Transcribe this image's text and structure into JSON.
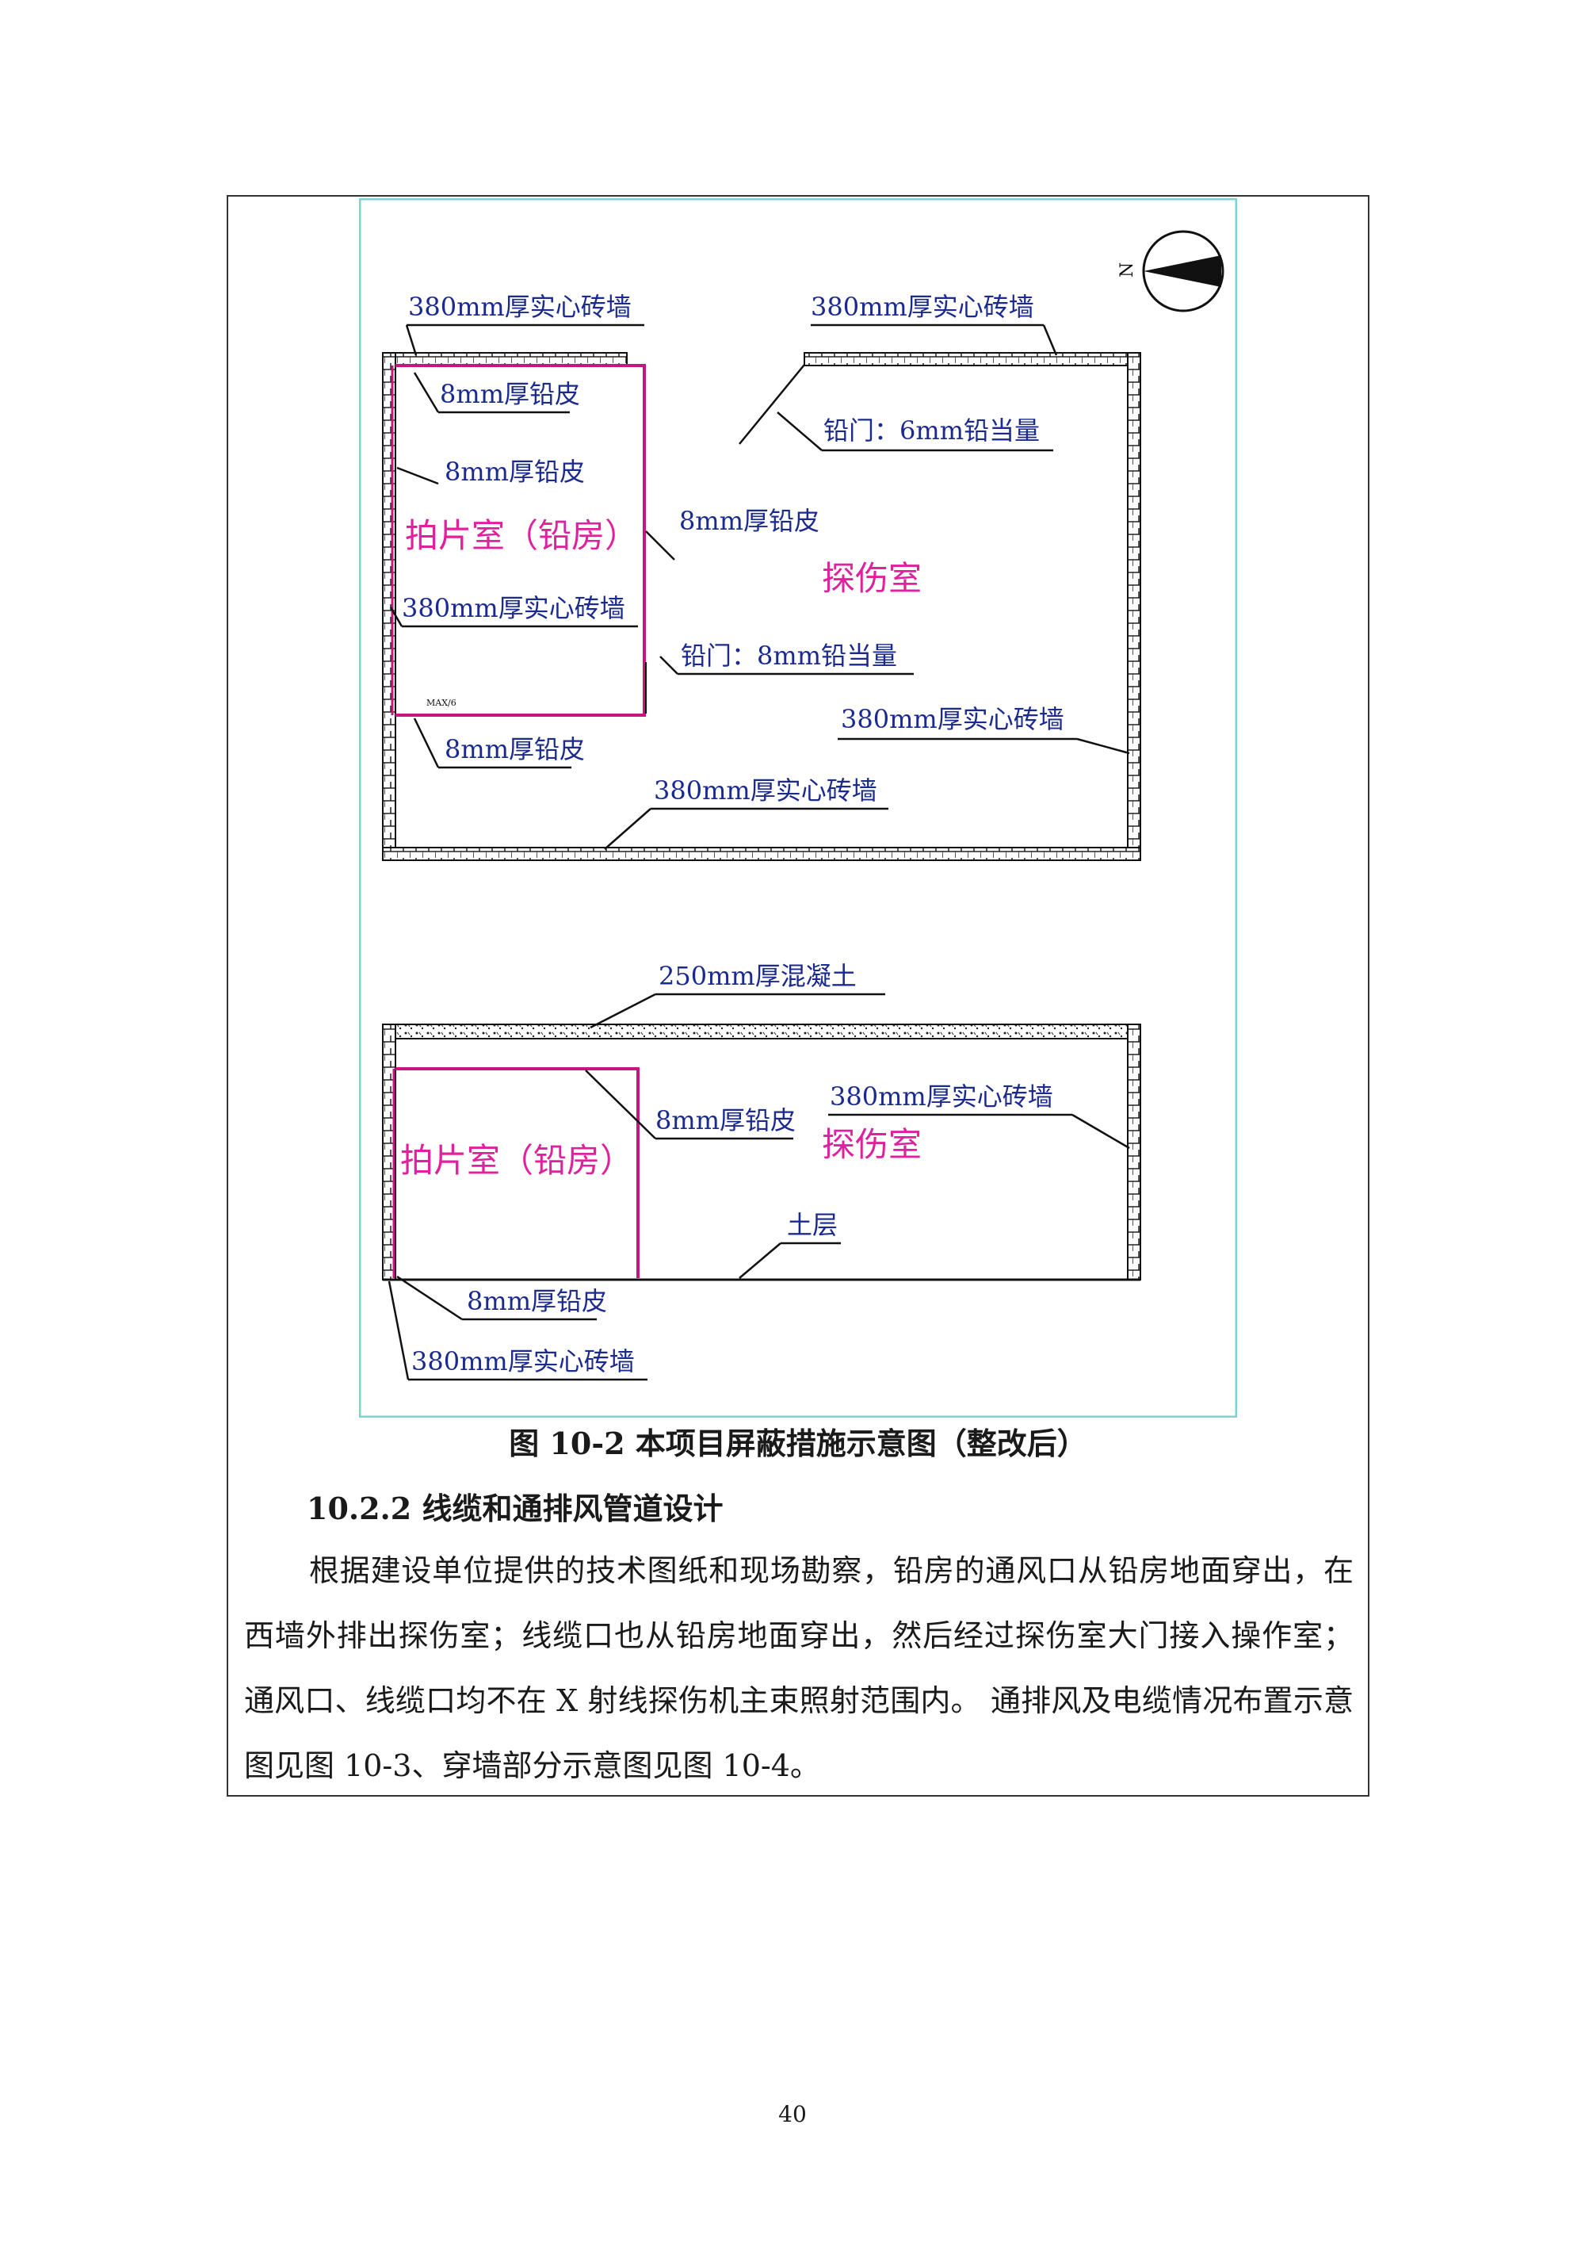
{
  "figure": {
    "plan": {
      "wall_nw_label": "380mm厚实心砖墙",
      "wall_ne_label": "380mm厚实心砖墙",
      "lead_1": "8mm厚铅皮",
      "lead_2": "8mm厚铅皮",
      "lead_3": "8mm厚铅皮",
      "lead_4": "8mm厚铅皮",
      "door_6mm": "铅门：6mm铅当量",
      "door_8mm": "铅门：8mm铅当量",
      "room_film": "拍片室（铅房）",
      "room_flaw": "探伤室",
      "wall_inner_label": "380mm厚实心砖墙",
      "wall_east_label": "380mm厚实心砖墙",
      "wall_south_label": "380mm厚实心砖墙",
      "compass_letter": "N"
    },
    "section": {
      "concrete_label": "250mm厚混凝土",
      "lead_label": "8mm厚铅皮",
      "wall_right_label": "380mm厚实心砖墙",
      "room_film": "拍片室（铅房）",
      "room_flaw": "探伤室",
      "soil_label": "土层",
      "lead_bottom_label": "8mm厚铅皮",
      "wall_bottom_label": "380mm厚实心砖墙"
    }
  },
  "caption": "图 10-2  本项目屏蔽措施示意图（整改后）",
  "heading": "10.2.2 线缆和通排风管道设计",
  "paragraph": "根据建设单位提供的技术图纸和现场勘察，铅房的通风口从铅房地面穿出，在西墙外排出探伤室；线缆口也从铅房地面穿出，然后经过探伤室大门接入操作室；通风口、线缆口均不在 X 射线探伤机主束照射范围内。 通排风及电缆情况布置示意图见图 10-3、穿墙部分示意图见图 10-4。",
  "page_number": "40",
  "colors": {
    "label_blue": "#1b2a8f",
    "room_magenta": "#e0219e",
    "lead_line": "#c8167e",
    "figure_border": "#7fd3d3"
  }
}
